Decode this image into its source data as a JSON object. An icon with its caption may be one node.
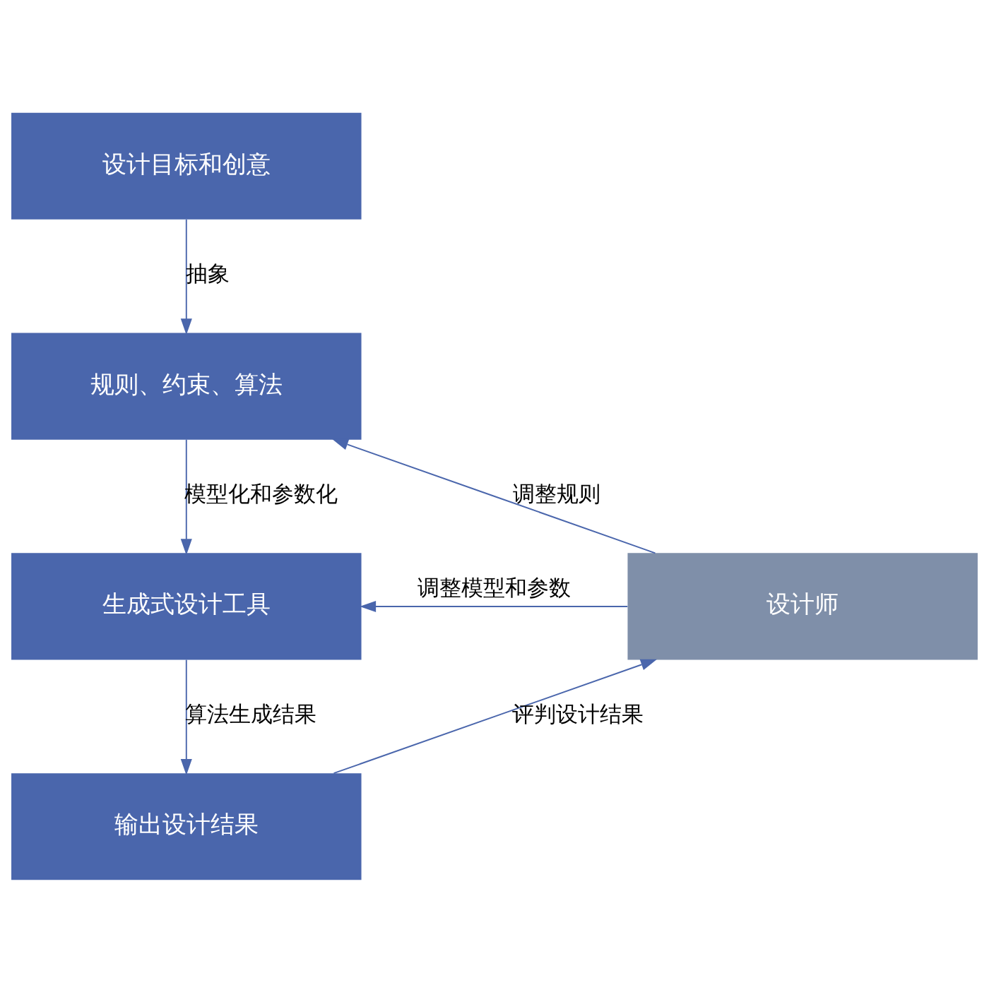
{
  "diagram": {
    "nodes": [
      {
        "text": [
          "设计目标和创意"
        ]
      },
      {
        "text": [
          "规则、约束、算法"
        ]
      },
      {
        "text": [
          "生成式设计工具"
        ]
      },
      {
        "text": [
          "输出设计结果"
        ]
      },
      {
        "text": [
          "设计师"
        ]
      }
    ],
    "edges": [
      {
        "from": 0,
        "to": 1,
        "arrow": "to",
        "label": "抽象"
      },
      {
        "from": 1,
        "to": 2,
        "arrow": "to",
        "label": "模型化和参数化"
      },
      {
        "from": 2,
        "to": 3,
        "arrow": "to",
        "label": "算法生成结果"
      },
      {
        "from": 3,
        "to": 4,
        "arrow": "to",
        "label": "评判设计结果"
      },
      {
        "from": 4,
        "to": 1,
        "arrow": "to",
        "label": "调整规则"
      },
      {
        "from": 4,
        "to": 2,
        "arrow": "to",
        "label": "调整模型和参数"
      }
    ]
  }
}
